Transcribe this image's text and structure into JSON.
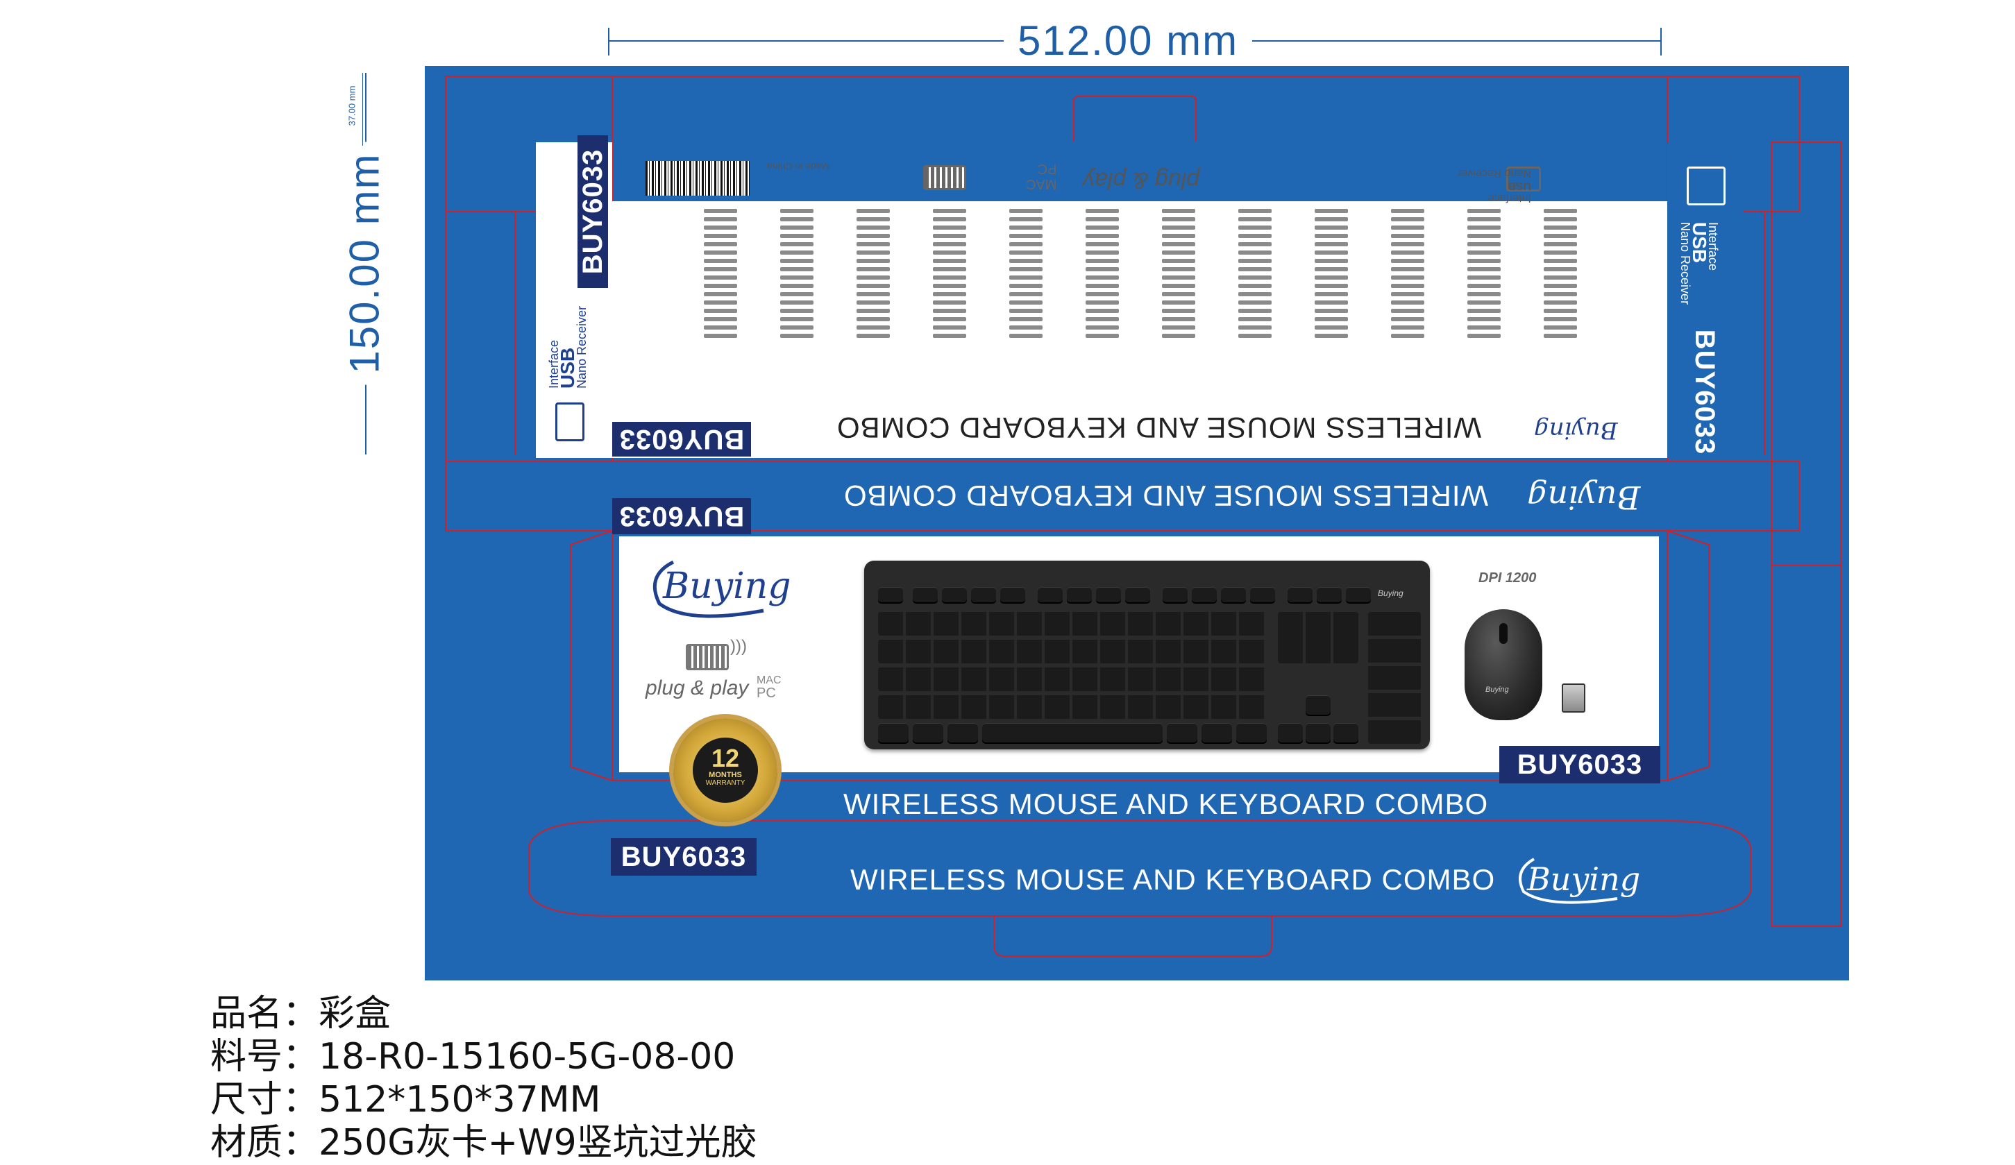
{
  "dimensions": {
    "width_label": "512.00 mm",
    "height_label": "150.00 mm",
    "depth_label": "37.00 mm"
  },
  "product": {
    "model": "BUY6033",
    "combo_title": "WIRELESS MOUSE AND KEYBOARD COMBO",
    "brand": "Buying",
    "plug_play": "plug & play",
    "os_mac": "MAC",
    "os_pc": "PC",
    "dpi": "DPI 1200",
    "usb_interface": "Interface",
    "usb_label": "USB",
    "usb_nano": "Nano Receiver",
    "made_in": "Made in China"
  },
  "warranty": {
    "number": "12",
    "months": "MONTHS",
    "word": "WARRANTY"
  },
  "specs": [
    {
      "label": "品名",
      "sep": "：",
      "value": "彩盒"
    },
    {
      "label": "料号",
      "sep": "：",
      "value": "18-R0-15160-5G-08-00"
    },
    {
      "label": "尺寸",
      "sep": "：",
      "value": "512*150*37MM"
    },
    {
      "label": "材质",
      "sep": "：",
      "value": "250G灰卡+W9竖坑过光胶"
    }
  ],
  "colors": {
    "box_blue": "#1f66b3",
    "tag_navy": "#1c2e6e",
    "dieline_red": "#d0202a",
    "dim_blue": "#1f5fa8"
  }
}
